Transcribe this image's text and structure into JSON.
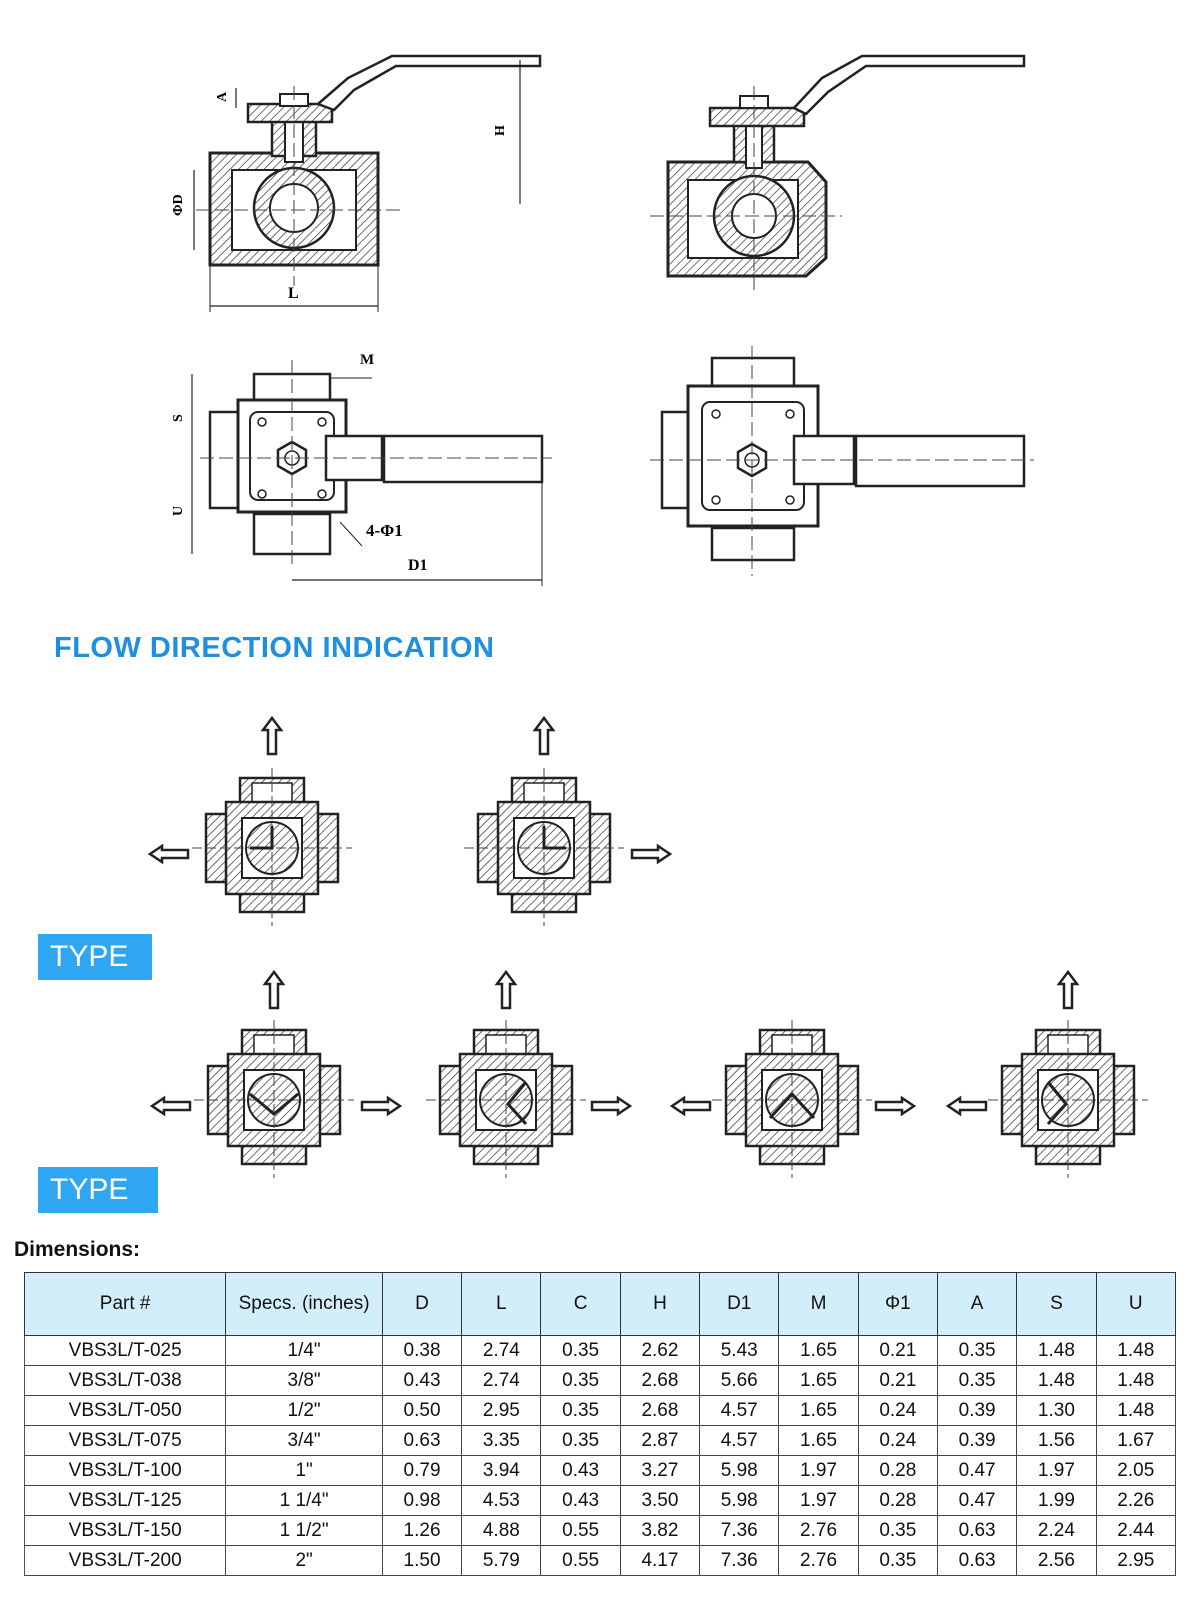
{
  "drawing_labels": {
    "A": "A",
    "H": "H",
    "D": "ΦD",
    "L": "L",
    "M": "M",
    "S": "S",
    "U": "U",
    "phi1": "4-Φ1",
    "D1": "D1"
  },
  "flow_title": "FLOW DIRECTION INDICATION",
  "type_l_label": "TYPE L",
  "type_t_label": "TYPE T",
  "dimensions_title": "Dimensions:",
  "table": {
    "headers": [
      "Part #",
      "Specs. (inches)",
      "D",
      "L",
      "C",
      "H",
      "D1",
      "M",
      "Φ1",
      "A",
      "S",
      "U"
    ],
    "rows": [
      [
        "VBS3L/T-025",
        "1/4\"",
        "0.38",
        "2.74",
        "0.35",
        "2.62",
        "5.43",
        "1.65",
        "0.21",
        "0.35",
        "1.48",
        "1.48"
      ],
      [
        "VBS3L/T-038",
        "3/8\"",
        "0.43",
        "2.74",
        "0.35",
        "2.68",
        "5.66",
        "1.65",
        "0.21",
        "0.35",
        "1.48",
        "1.48"
      ],
      [
        "VBS3L/T-050",
        "1/2\"",
        "0.50",
        "2.95",
        "0.35",
        "2.68",
        "4.57",
        "1.65",
        "0.24",
        "0.39",
        "1.30",
        "1.48"
      ],
      [
        "VBS3L/T-075",
        "3/4\"",
        "0.63",
        "3.35",
        "0.35",
        "2.87",
        "4.57",
        "1.65",
        "0.24",
        "0.39",
        "1.56",
        "1.67"
      ],
      [
        "VBS3L/T-100",
        "1\"",
        "0.79",
        "3.94",
        "0.43",
        "3.27",
        "5.98",
        "1.97",
        "0.28",
        "0.47",
        "1.97",
        "2.05"
      ],
      [
        "VBS3L/T-125",
        "1 1/4\"",
        "0.98",
        "4.53",
        "0.43",
        "3.50",
        "5.98",
        "1.97",
        "0.28",
        "0.47",
        "1.99",
        "2.26"
      ],
      [
        "VBS3L/T-150",
        "1 1/2\"",
        "1.26",
        "4.88",
        "0.55",
        "3.82",
        "7.36",
        "2.76",
        "0.35",
        "0.63",
        "2.24",
        "2.44"
      ],
      [
        "VBS3L/T-200",
        "2\"",
        "1.50",
        "5.79",
        "0.55",
        "4.17",
        "7.36",
        "2.76",
        "0.35",
        "0.63",
        "2.56",
        "2.95"
      ]
    ]
  },
  "colors": {
    "title_blue": "#1f8fe0",
    "badge_blue": "#2ea6f2",
    "header_fill": "#d2eefa"
  }
}
